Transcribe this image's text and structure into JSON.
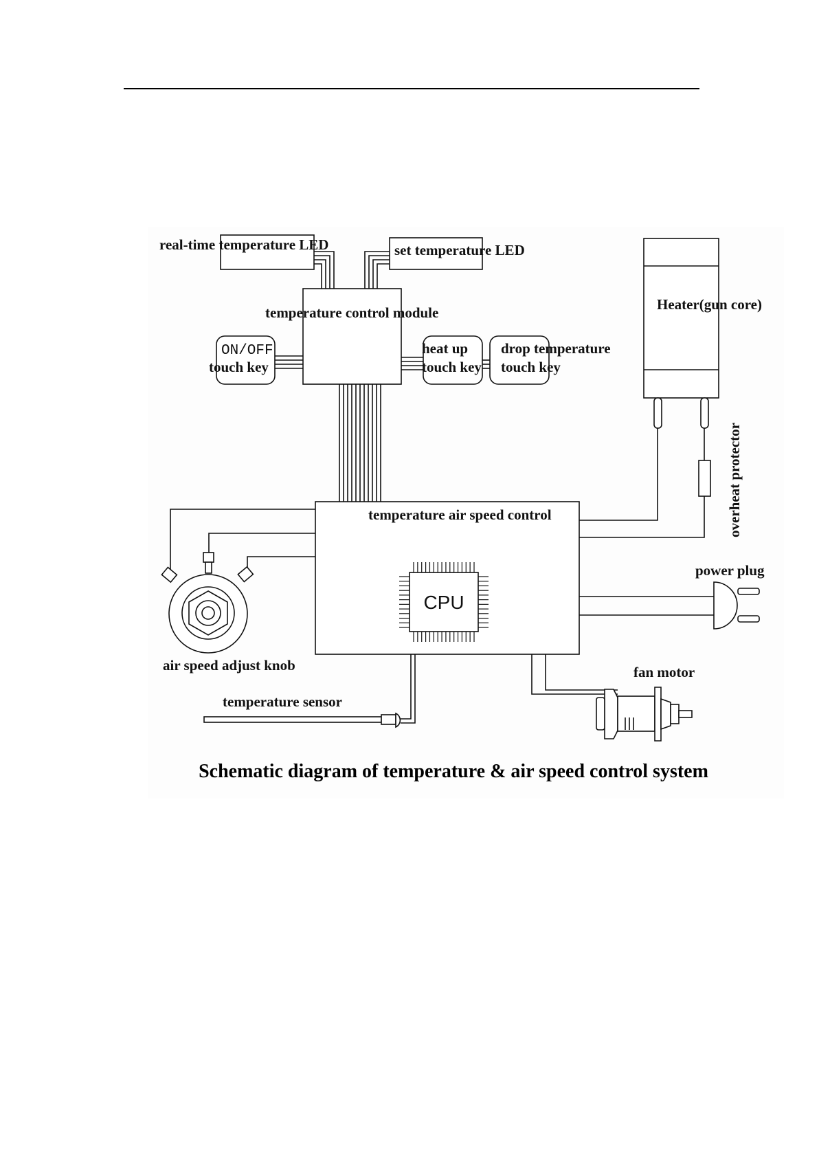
{
  "labels": {
    "realtime_led": "real-time temperature LED",
    "set_led": "set temperature LED",
    "control_module": "temperature control module",
    "heater": "Heater(gun core)",
    "onoff_line1": "ON/OFF",
    "onoff_line2": "touch key",
    "heatup_line1": "heat up",
    "heatup_line2": "touch key",
    "drop_line1": "drop temperature",
    "drop_line2": "touch key",
    "overheat": "overheat protector",
    "air_speed_control": "temperature air speed control",
    "cpu": "CPU",
    "power_plug": "power plug",
    "knob": "air speed adjust knob",
    "fan_motor": "fan motor",
    "temp_sensor": "temperature sensor"
  },
  "caption": "Schematic diagram of temperature & air speed control system"
}
